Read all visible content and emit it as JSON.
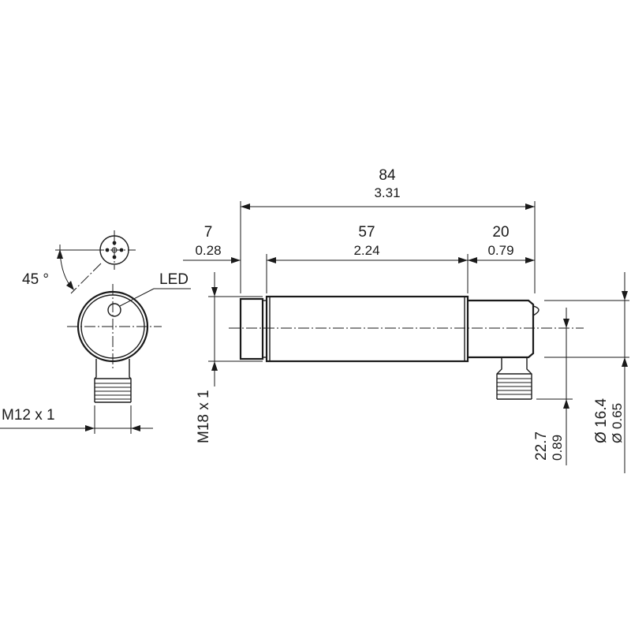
{
  "dimensions": {
    "overall_length": {
      "mm": "84",
      "inch": "3.31"
    },
    "front_length": {
      "mm": "7",
      "inch": "0.28"
    },
    "body_length": {
      "mm": "57",
      "inch": "2.24"
    },
    "rear_length": {
      "mm": "20",
      "inch": "0.79"
    },
    "thread_main": "M18 x 1",
    "thread_connector": "M12 x 1",
    "diameter": {
      "mm": "Ø 16.4",
      "inch": "Ø 0.65"
    },
    "connector_offset": {
      "mm": "22.7",
      "inch": "0.89"
    },
    "angle": "45 °"
  },
  "labels": {
    "led": "LED"
  }
}
